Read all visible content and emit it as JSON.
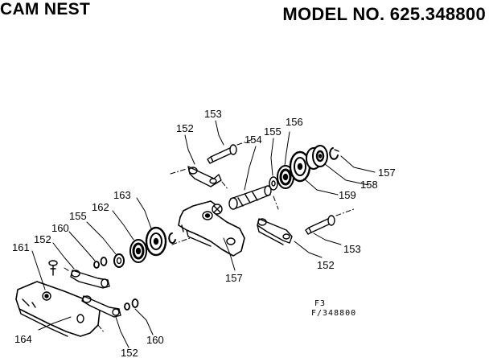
{
  "header": {
    "title": "CAM NEST",
    "model": "MODEL NO. 625.348800"
  },
  "callouts": {
    "c153_top": "153",
    "c152_top": "152",
    "c154": "154",
    "c155_top": "155",
    "c156": "156",
    "c157_right": "157",
    "c158": "158",
    "c159": "159",
    "c163": "163",
    "c162": "162",
    "c155_left": "155",
    "c160_top": "160",
    "c152_left": "152",
    "c161": "161",
    "c157_mid": "157",
    "c153_right": "153",
    "c152_right": "152",
    "c164": "164",
    "c152_bottom": "152",
    "c160_bottom": "160"
  },
  "reference": {
    "line1": "F3",
    "line2": "F/348800"
  }
}
